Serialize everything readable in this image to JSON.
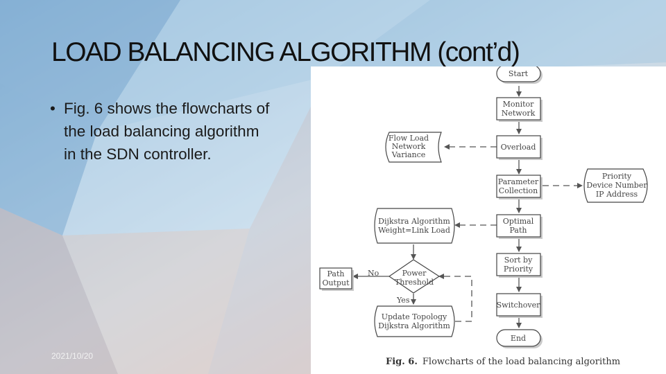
{
  "slide": {
    "title": "LOAD BALANCING ALGORITHM (cont’d)",
    "bullet_lines": [
      "Fig. 6 shows the flowcharts of",
      "the load balancing algorithm",
      "in the SDN controller."
    ],
    "date": "2021/10/20"
  },
  "figure": {
    "caption_number": "Fig. 6.",
    "caption_text": "Flowcharts of the load balancing algorithm",
    "nodes": {
      "start": [
        "Start"
      ],
      "monitor": [
        "Monitor",
        "Network"
      ],
      "overload": [
        "Overload"
      ],
      "param": [
        "Parameter",
        "Collection"
      ],
      "optimal": [
        "Optimal",
        "Path"
      ],
      "sort": [
        "Sort by",
        "Priority"
      ],
      "switchover": [
        "Switchover"
      ],
      "end": [
        "End"
      ],
      "flowload": [
        "Flow Load",
        "Network",
        "Variance"
      ],
      "priority": [
        "Priority",
        "Device Number",
        "IP Address"
      ],
      "dijkstra": [
        "Dijkstra Algorithm",
        "Weight=Link Load"
      ],
      "power": [
        "Power",
        "Threshold"
      ],
      "pathout": [
        "Path",
        "Output"
      ],
      "update": [
        "Update Topology",
        "Dijkstra Algorithm"
      ]
    },
    "edge_labels": {
      "no": "No",
      "yes": "Yes"
    }
  }
}
